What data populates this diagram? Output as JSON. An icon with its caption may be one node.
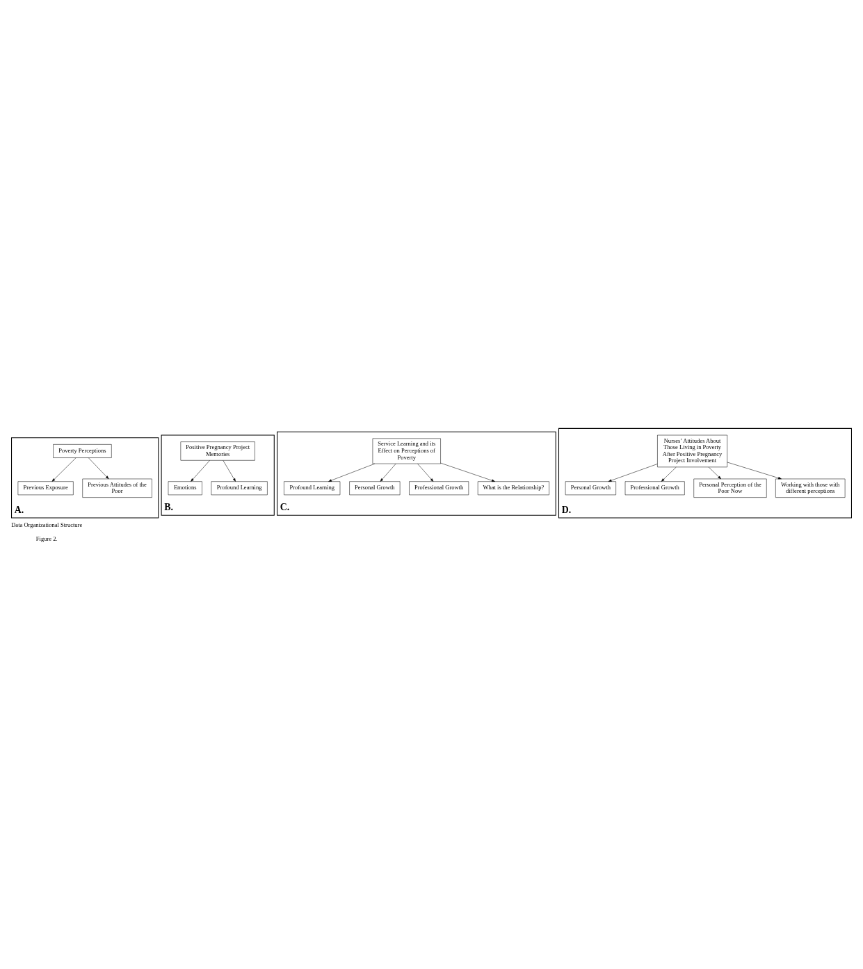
{
  "diagram": {
    "title": "Data Organizational Structure",
    "caption": "Figure 2.",
    "nodes": [
      {
        "text": [
          "A."
        ]
      },
      {
        "text": [
          "Poverty Perceptions"
        ],
        "in": 0
      },
      {
        "text": [
          "Previous Exposure"
        ],
        "in": 0
      },
      {
        "text": [
          "Previous Attitudes of the Poor"
        ],
        "in": 0
      },
      {
        "text": [
          "B."
        ]
      },
      {
        "text": [
          "Positive Pregnancy Project Memories"
        ],
        "in": 4
      },
      {
        "text": [
          "Emotions"
        ],
        "in": 4
      },
      {
        "text": [
          "Profound Learning"
        ],
        "in": 4
      },
      {
        "text": [
          "C."
        ]
      },
      {
        "text": [
          "Service Learning and its Effect on Perceptions of Poverty"
        ],
        "in": 8
      },
      {
        "text": [
          "Profound Learning"
        ],
        "in": 8
      },
      {
        "text": [
          "Personal Growth"
        ],
        "in": 8
      },
      {
        "text": [
          "Professional Growth"
        ],
        "in": 8
      },
      {
        "text": [
          "What is the Relationship?"
        ],
        "in": 8
      },
      {
        "text": [
          "D."
        ]
      },
      {
        "text": [
          "Nurses’ Attitudes About Those Living in Poverty After Positive Pregnancy Project Involvement"
        ],
        "in": 14
      },
      {
        "text": [
          "Personal Growth"
        ],
        "in": 14
      },
      {
        "text": [
          "Professional Growth"
        ],
        "in": 14
      },
      {
        "text": [
          "Personal Perception of the Poor Now"
        ],
        "in": 14
      },
      {
        "text": [
          "Working with those with different perceptions"
        ],
        "in": 14
      }
    ],
    "edges": [
      {
        "from": 1,
        "to": 2,
        "arrow": "to"
      },
      {
        "from": 1,
        "to": 3,
        "arrow": "to"
      },
      {
        "from": 5,
        "to": 6,
        "arrow": "to"
      },
      {
        "from": 5,
        "to": 7,
        "arrow": "to"
      },
      {
        "from": 9,
        "to": 10,
        "arrow": "to"
      },
      {
        "from": 9,
        "to": 11,
        "arrow": "to"
      },
      {
        "from": 9,
        "to": 12,
        "arrow": "to"
      },
      {
        "from": 9,
        "to": 13,
        "arrow": "to"
      },
      {
        "from": 15,
        "to": 16,
        "arrow": "to"
      },
      {
        "from": 15,
        "to": 17,
        "arrow": "to"
      },
      {
        "from": 15,
        "to": 18,
        "arrow": "to"
      },
      {
        "from": 15,
        "to": 19,
        "arrow": "to"
      }
    ]
  }
}
